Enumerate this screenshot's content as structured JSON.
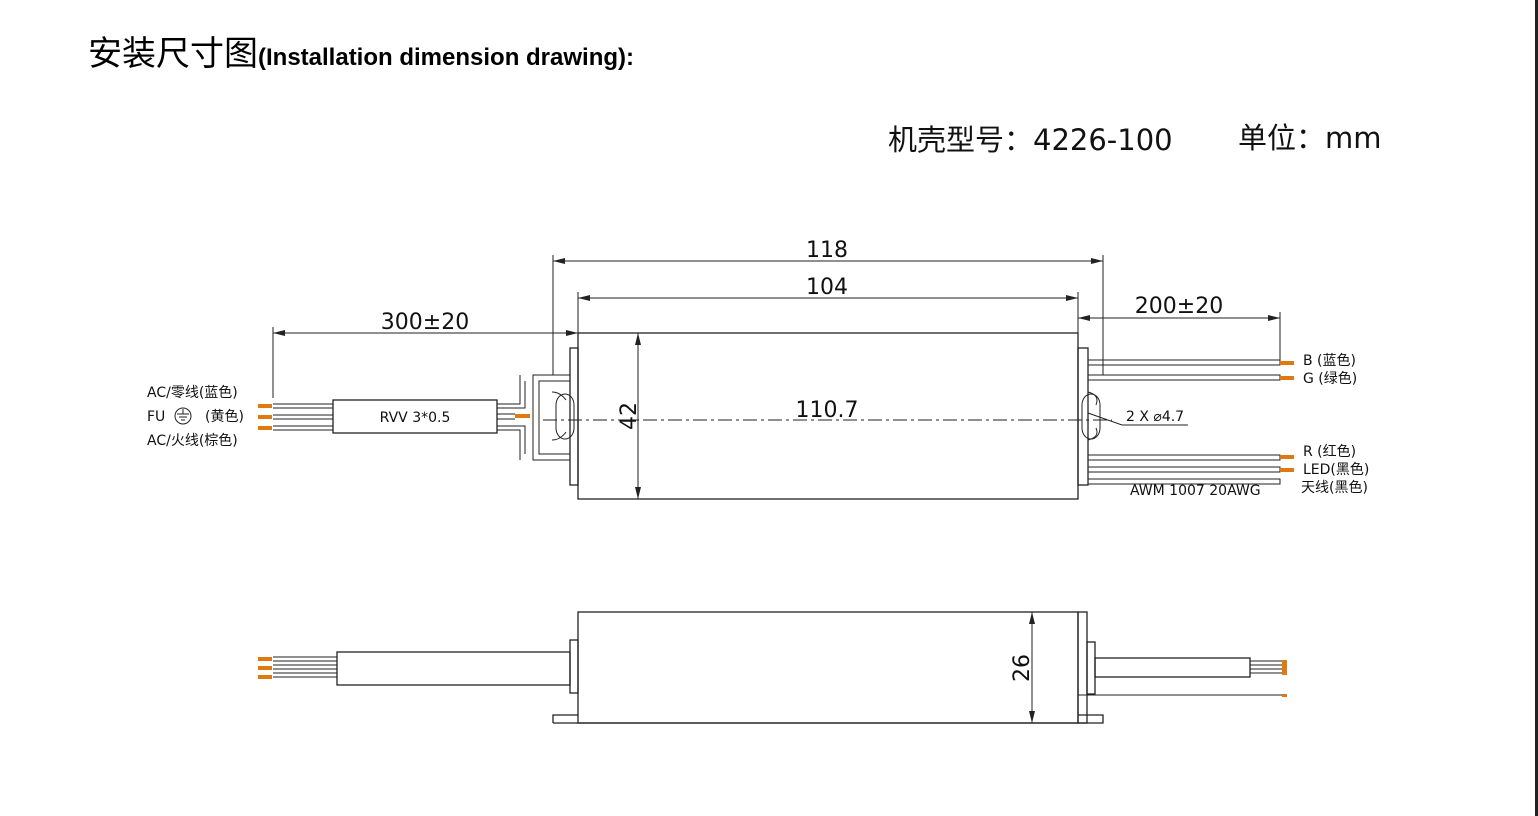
{
  "title": {
    "cn": "安装尺寸图",
    "en": "(Installation dimension drawing):"
  },
  "header": {
    "model_label": "机壳型号：4226-100",
    "unit_label": "单位：mm"
  },
  "dimensions": {
    "overall_length": "118",
    "body_length": "104",
    "input_cable_length": "300±20",
    "output_cable_length": "200±20",
    "width": "42",
    "hole_spacing": "110.7",
    "holes": "2 X ⌀4.7",
    "height": "26"
  },
  "input_wires": {
    "neutral": "AC/零线(蓝色)",
    "ground_prefix": "FU",
    "ground": "(黄色)",
    "live": "AC/火线(棕色)",
    "cable": "RVV 3*0.5"
  },
  "output_wires": {
    "b": "B (蓝色)",
    "g": "G (绿色)",
    "r": "R (红色)",
    "led": "LED(黑色)",
    "antenna": "天线(黑色)",
    "cable": "AWM 1007 20AWG"
  },
  "colors": {
    "wire_tip": "#e07a10"
  }
}
